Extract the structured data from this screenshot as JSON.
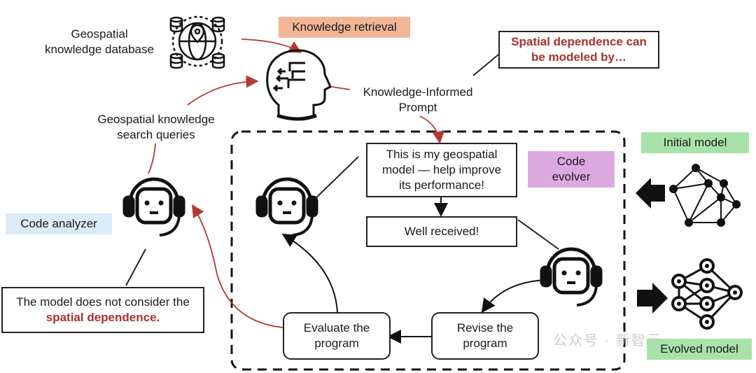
{
  "labels": {
    "database": "Geospatial\nknowledge database",
    "knowledge_retrieval": "Knowledge retrieval",
    "search_queries": "Geospatial knowledge\nsearch queries",
    "ki_prompt": "Knowledge-Informed\nPrompt",
    "spatial_callout_line1": "Spatial dependence can",
    "spatial_callout_line2": "be modeled by…",
    "code_analyzer": "Code analyzer",
    "analyzer_note_line1": "The model does not consider the",
    "analyzer_note_line2": "spatial dependence.",
    "prompt_box": "This is my geospatial\nmodel — help improve\nits performance!",
    "well_received": "Well received!",
    "code_evolver": "Code\nevolver",
    "initial_model": "Initial model",
    "evolved_model": "Evolved model",
    "evaluate": "Evaluate the\nprogram",
    "revise": "Revise the\nprogram",
    "watermark": "公众号 · 新智元"
  },
  "colors": {
    "retrieval_tag": "#f2b596",
    "analyzer_tag": "#dcecf7",
    "evolver_tag": "#dca8e0",
    "model_tag": "#a9e2a9",
    "accent_red": "#a8322d",
    "arrow_red": "#b23a31"
  }
}
